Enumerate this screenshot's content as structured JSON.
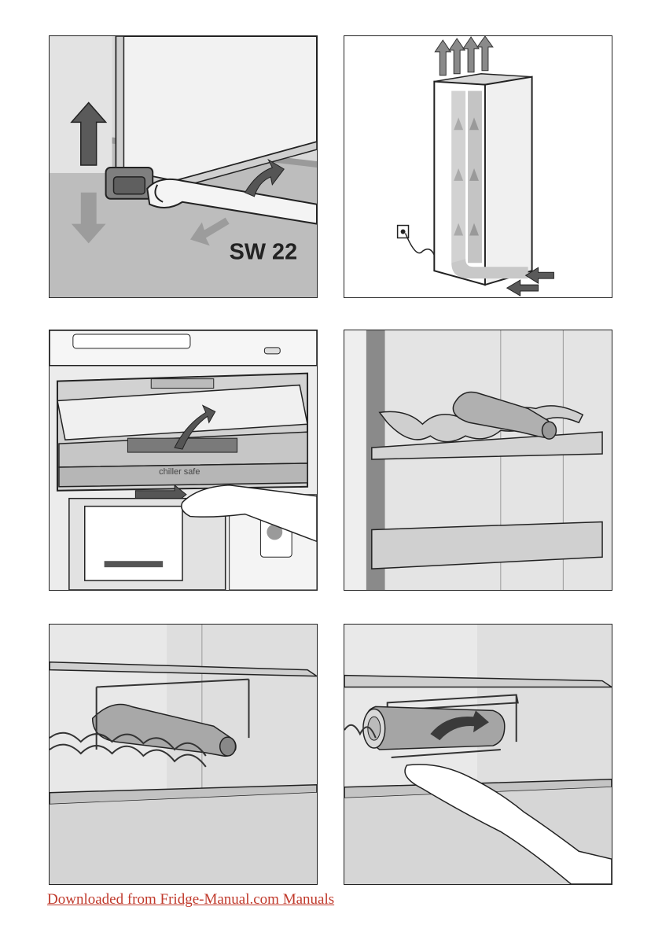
{
  "panels": {
    "levelling": {
      "wrench_size_label": "SW 22"
    },
    "ventilation": {},
    "chiller": {
      "drawer_label": "chiller safe"
    },
    "bottle_shelf": {},
    "wine_rack": {},
    "can_holder": {}
  },
  "footer": {
    "link_text": "Downloaded from Fridge-Manual.com Manuals"
  },
  "colors": {
    "line": "#222222",
    "fill_light": "#e6e6e6",
    "fill_mid": "#bdbdbd",
    "fill_dark": "#8a8a8a",
    "arrow": "#6f6f6f",
    "link": "#c0392b"
  }
}
